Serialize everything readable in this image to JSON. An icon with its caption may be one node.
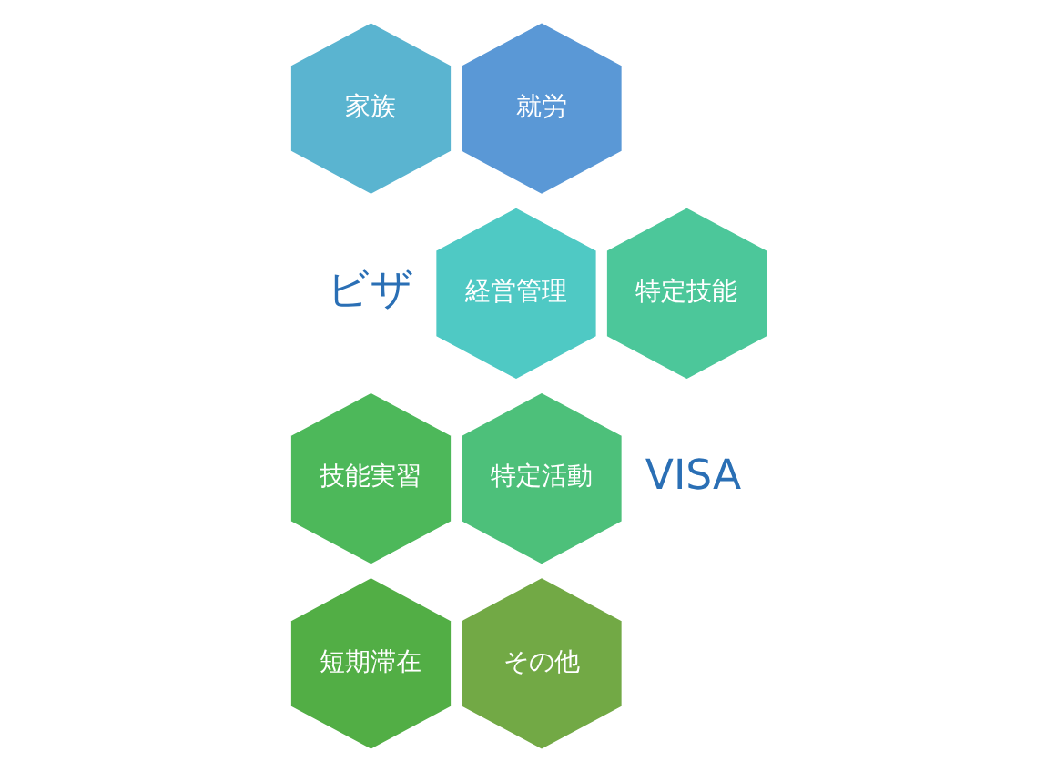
{
  "diagram": {
    "nodes": [
      {
        "text": [
          "家族"
        ]
      },
      {
        "text": [
          "就労"
        ]
      },
      {
        "text": [
          "経営管理"
        ]
      },
      {
        "text": [
          "特定技能"
        ]
      },
      {
        "text": [
          "技能実習"
        ]
      },
      {
        "text": [
          "特定活動"
        ]
      },
      {
        "text": [
          "短期滞在"
        ]
      },
      {
        "text": [
          "その他"
        ]
      }
    ],
    "edges": [],
    "labels": [
      "ビザ",
      "VISA"
    ]
  }
}
